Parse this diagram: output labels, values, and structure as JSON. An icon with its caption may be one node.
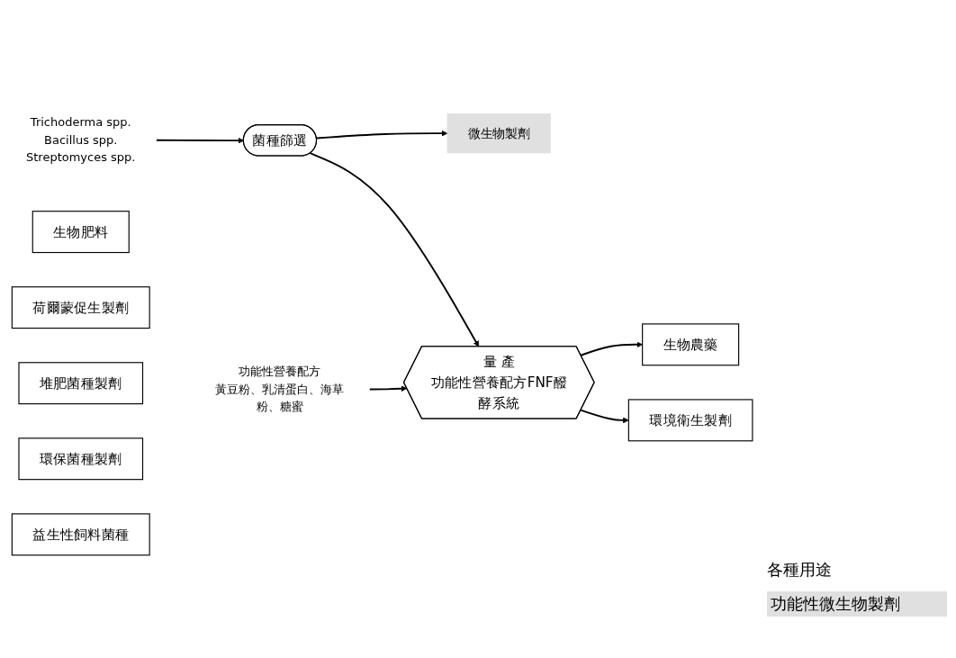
{
  "diagram": {
    "nodes": [
      {
        "text": [
          "微生物製劑"
        ]
      },
      {
        "text": [
          "菌種篩選"
        ]
      },
      {
        "text": [
          "Trichoderma spp.",
          "Bacillus spp.",
          "Streptomyces spp."
        ]
      },
      {
        "text": [
          "量 產",
          "功能性營養配方FNF醱酵系統"
        ]
      },
      {
        "text": [
          "功能性營養配方",
          "黃豆粉、乳清蛋白、海草粉、糖蜜"
        ]
      },
      {
        "text": [
          "生物農藥"
        ]
      },
      {
        "text": [
          "生物肥料"
        ]
      },
      {
        "text": [
          "荷爾蒙促生製劑"
        ]
      },
      {
        "text": [
          "堆肥菌種製劑"
        ]
      },
      {
        "text": [
          "環保菌種製劑"
        ]
      },
      {
        "text": [
          "益生性飼料菌種"
        ]
      },
      {
        "text": [
          "環境衛生製劑"
        ]
      }
    ],
    "edges": [
      {
        "from": 1,
        "to": 0,
        "arrow": "to"
      },
      {
        "from": 2,
        "to": 1,
        "arrow": "to"
      },
      {
        "from": 1,
        "to": 3,
        "arrow": "to"
      },
      {
        "from": 4,
        "to": 3,
        "arrow": "to"
      },
      {
        "from": 3,
        "to": 5,
        "arrow": "to"
      },
      {
        "from": 3,
        "to": 11,
        "arrow": "to"
      }
    ],
    "labels": [
      "各種用途",
      "功能性微生物製劑"
    ]
  }
}
